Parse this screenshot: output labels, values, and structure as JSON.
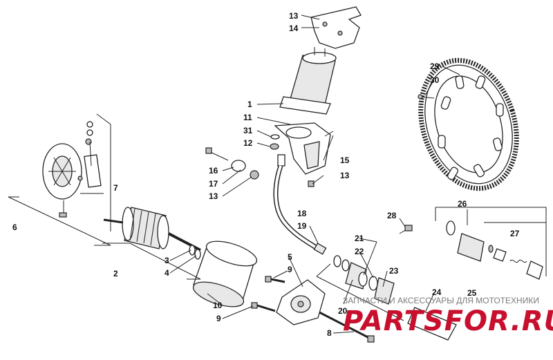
{
  "callouts": [
    {
      "id": "c13a",
      "text": "13"
    },
    {
      "id": "c14",
      "text": "14"
    },
    {
      "id": "c1",
      "text": "1"
    },
    {
      "id": "c11",
      "text": "11"
    },
    {
      "id": "c31",
      "text": "31"
    },
    {
      "id": "c12",
      "text": "12"
    },
    {
      "id": "c15",
      "text": "15"
    },
    {
      "id": "c13b",
      "text": "13"
    },
    {
      "id": "c16",
      "text": "16"
    },
    {
      "id": "c17",
      "text": "17"
    },
    {
      "id": "c13c",
      "text": "13"
    },
    {
      "id": "c18",
      "text": "18"
    },
    {
      "id": "c19",
      "text": "19"
    },
    {
      "id": "c28",
      "text": "28"
    },
    {
      "id": "c21",
      "text": "21"
    },
    {
      "id": "c22",
      "text": "22"
    },
    {
      "id": "c23",
      "text": "23"
    },
    {
      "id": "c20",
      "text": "20"
    },
    {
      "id": "c24",
      "text": "24"
    },
    {
      "id": "c25",
      "text": "25"
    },
    {
      "id": "c26",
      "text": "26"
    },
    {
      "id": "c27",
      "text": "27"
    },
    {
      "id": "c29",
      "text": "29"
    },
    {
      "id": "c30",
      "text": "30"
    },
    {
      "id": "c7",
      "text": "7"
    },
    {
      "id": "c6",
      "text": "6"
    },
    {
      "id": "c3",
      "text": "3"
    },
    {
      "id": "c4",
      "text": "4"
    },
    {
      "id": "c2",
      "text": "2"
    },
    {
      "id": "c5",
      "text": "5"
    },
    {
      "id": "c9a",
      "text": "9"
    },
    {
      "id": "c10",
      "text": "10"
    },
    {
      "id": "c9b",
      "text": "9"
    },
    {
      "id": "c8",
      "text": "8"
    }
  ],
  "watermark": {
    "caption": "ЗАПЧАСТИ И АКСЕССУАРЫ ДЛЯ МОТОТЕХНИКИ",
    "logo": "PARTSFOR.RU"
  }
}
